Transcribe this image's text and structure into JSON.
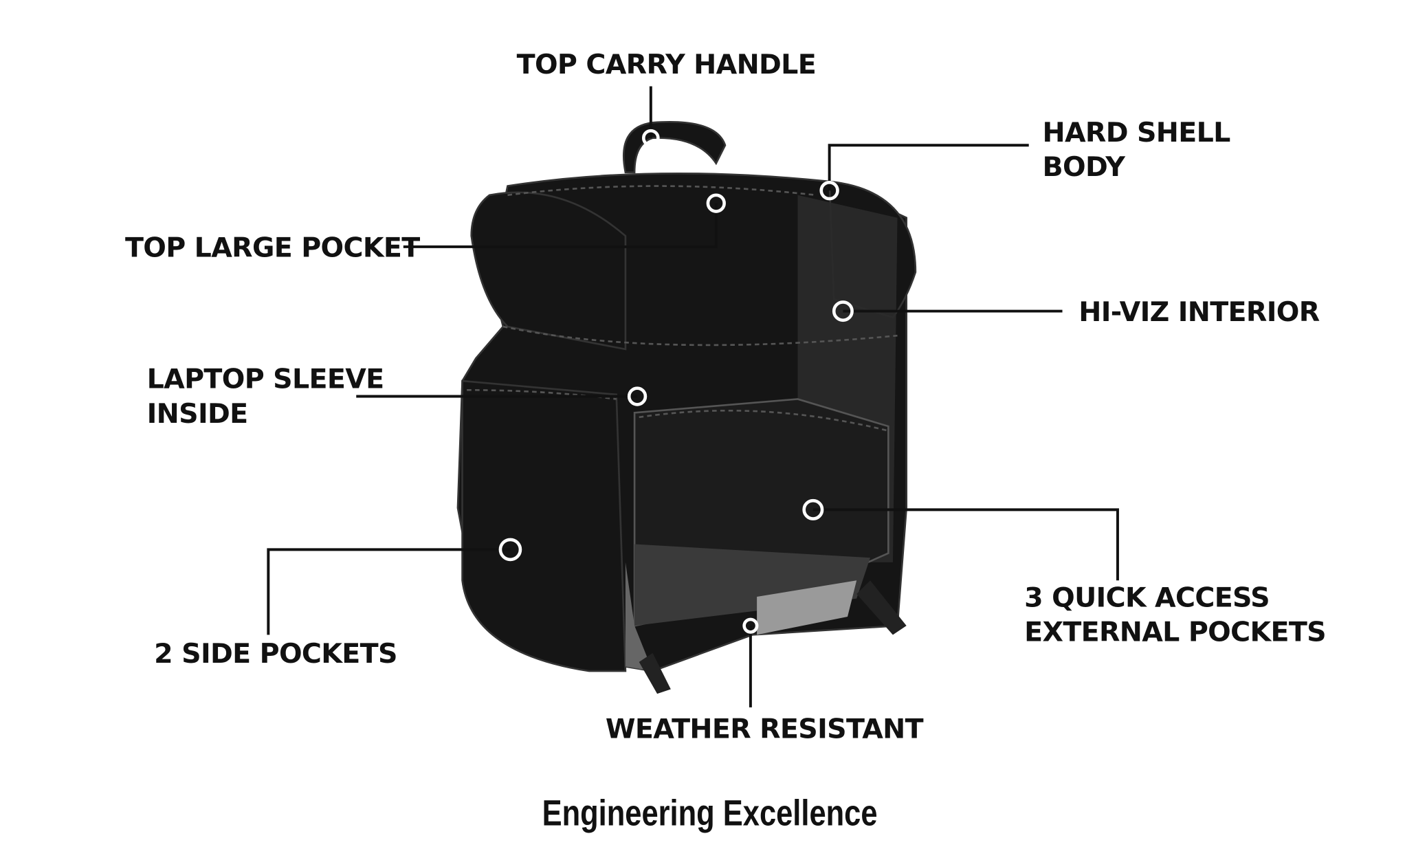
{
  "callouts": {
    "top_carry_handle": "TOP CARRY HANDLE",
    "hard_shell_body": [
      "HARD SHELL",
      "BODY"
    ],
    "top_large_pocket": "TOP LARGE POCKET",
    "hi_viz_interior": "HI-VIZ INTERIOR",
    "laptop_sleeve_inside": [
      "LAPTOP SLEEVE",
      "INSIDE"
    ],
    "quick_access_pockets": [
      "3 QUICK ACCESS",
      "EXTERNAL POCKETS"
    ],
    "side_pockets": "2 SIDE POCKETS",
    "weather_resistant": "WEATHER RESISTANT"
  },
  "footer_title": "Engineering Excellence",
  "colors": {
    "bag": "#151515",
    "interior": "#9a9a9a",
    "text": "#111111"
  }
}
